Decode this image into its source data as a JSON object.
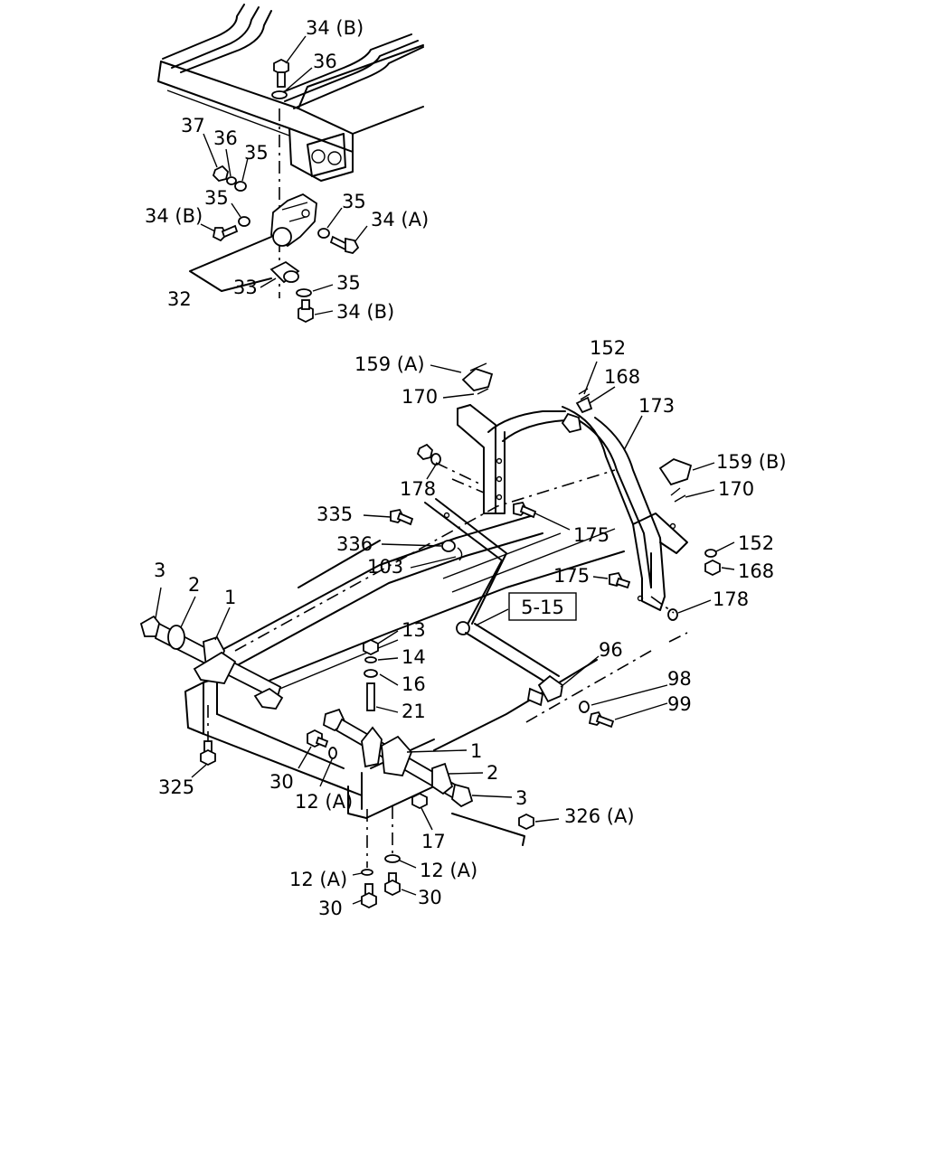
{
  "labels": {
    "p34b_top": "34 (B)",
    "p36_top": "36",
    "p37": "37",
    "p36_mid": "36",
    "p35_a": "35",
    "p35_b": "35",
    "p35_c": "35",
    "p34a_top": "34 (A)",
    "p34b_left": "34 (B)",
    "p32": "32",
    "p33": "33",
    "p35_d": "35",
    "p34b_bottom": "34 (B)",
    "p159a": "159 (A)",
    "p152_top": "152",
    "p168_top": "168",
    "p170_top": "170",
    "p173": "173",
    "p178_top": "178",
    "p159b": "159 (B)",
    "p170_right": "170",
    "p335": "335",
    "p175_mid": "175",
    "p336": "336",
    "p152_right": "152",
    "p103": "103",
    "p168_right": "168",
    "p175_low": "175",
    "p178_right": "178",
    "p3_left": "3",
    "p2_left": "2",
    "p1_left": "1",
    "p13": "13",
    "p14": "14",
    "p16": "16",
    "p21": "21",
    "p96": "96",
    "p98": "98",
    "p99": "99",
    "p1_right": "1",
    "p2_right": "2",
    "p3_right": "3",
    "p325": "325",
    "p30_mid": "30",
    "p12a_mid": "12 (A)",
    "p17": "17",
    "p326a": "326 (A)",
    "p12a_low_left": "12 (A)",
    "p12a_low_right": "12 (A)",
    "p30_low_left": "30",
    "p30_low_right": "30"
  },
  "reference_box": "5-15"
}
